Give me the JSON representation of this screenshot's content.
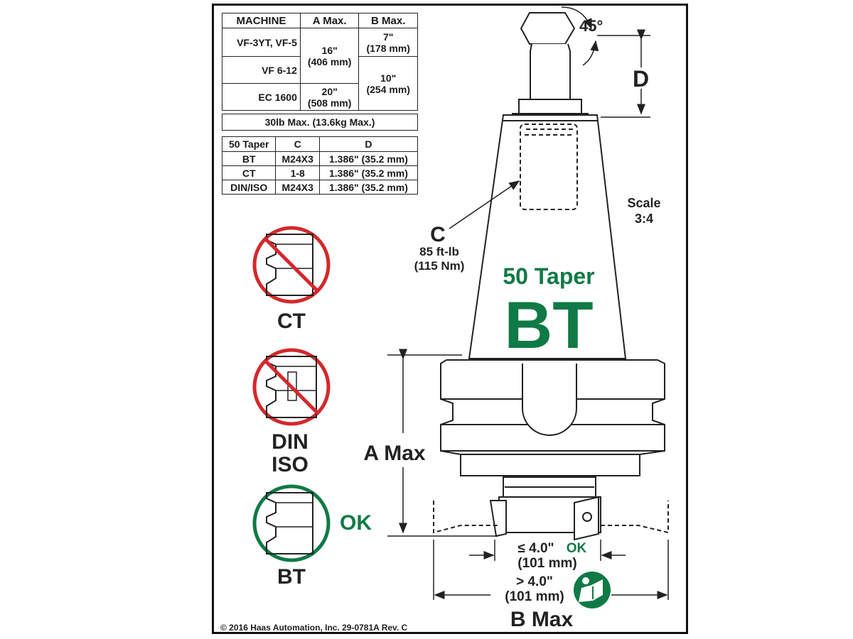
{
  "machine_table": {
    "headers": [
      "MACHINE",
      "A Max.",
      "B Max."
    ],
    "rows": [
      {
        "machine": "VF-3YT, VF-5",
        "a_max": "16\"",
        "a_max_mm": "(406 mm)",
        "b_max": "7\"",
        "b_max_mm": "(178 mm)"
      },
      {
        "machine": "VF 6-12",
        "b_max": "10\"",
        "b_max_mm": "(254 mm)"
      },
      {
        "machine": "EC 1600",
        "a_max": "20\"",
        "a_max_mm": "(508 mm)"
      }
    ]
  },
  "weight_note": "30lb Max. (13.6kg Max.)",
  "taper_table": {
    "headers": [
      "50 Taper",
      "C",
      "D"
    ],
    "rows": [
      {
        "taper": "BT",
        "c": "M24X3",
        "d": "1.386\" (35.2 mm)"
      },
      {
        "taper": "CT",
        "c": "1-8",
        "d": "1.386\" (35.2 mm)"
      },
      {
        "taper": "DIN/ISO",
        "c": "M24X3",
        "d": "1.386\" (35.2 mm)"
      }
    ]
  },
  "labels": {
    "angle": "45°",
    "d": "D",
    "scale_line1": "Scale",
    "scale_line2": "3:4",
    "c": "C",
    "torque_ftlb": "85 ft-lb",
    "torque_nm": "(115 Nm)",
    "taper_title": "50 Taper",
    "taper_type": "BT",
    "a_max": "A Max",
    "le_limit": "≤ 4.0\"",
    "le_limit_mm": "(101 mm)",
    "ok_small": "OK",
    "gt_limit": "> 4.0\"",
    "gt_limit_mm": "(101 mm)",
    "b_max": "B Max",
    "copyright": "© 2016 Haas Automation, Inc. 29-0781A Rev. C"
  },
  "flange_options": [
    {
      "name": "CT",
      "status": "not allowed"
    },
    {
      "name_line1": "DIN",
      "name_line2": "ISO",
      "status": "not allowed"
    },
    {
      "name": "BT",
      "status": "allowed",
      "ok": "OK"
    }
  ],
  "colors": {
    "green": "#0f7a45",
    "red": "#d4282b",
    "line": "#222222"
  },
  "icons": [
    "manual-reading-icon"
  ]
}
